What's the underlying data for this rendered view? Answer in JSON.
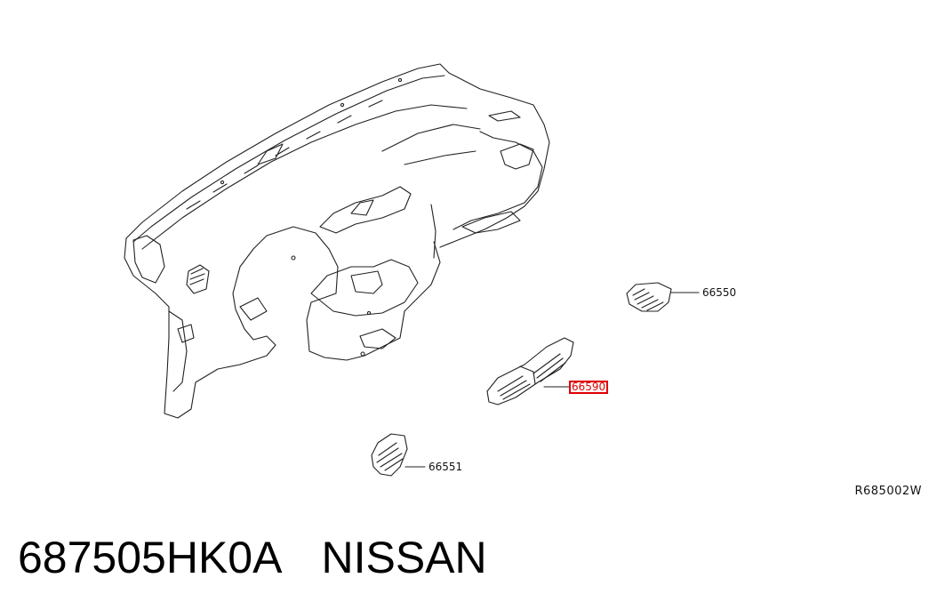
{
  "diagram": {
    "callouts": {
      "vent_right": "66550",
      "vent_center": "66590",
      "vent_left": "66551"
    },
    "reference_code": "R685002W",
    "highlighted_callout": "66590",
    "highlight_color": "#e00000"
  },
  "footer": {
    "part_number": "687505HK0A",
    "brand": "NISSAN"
  }
}
